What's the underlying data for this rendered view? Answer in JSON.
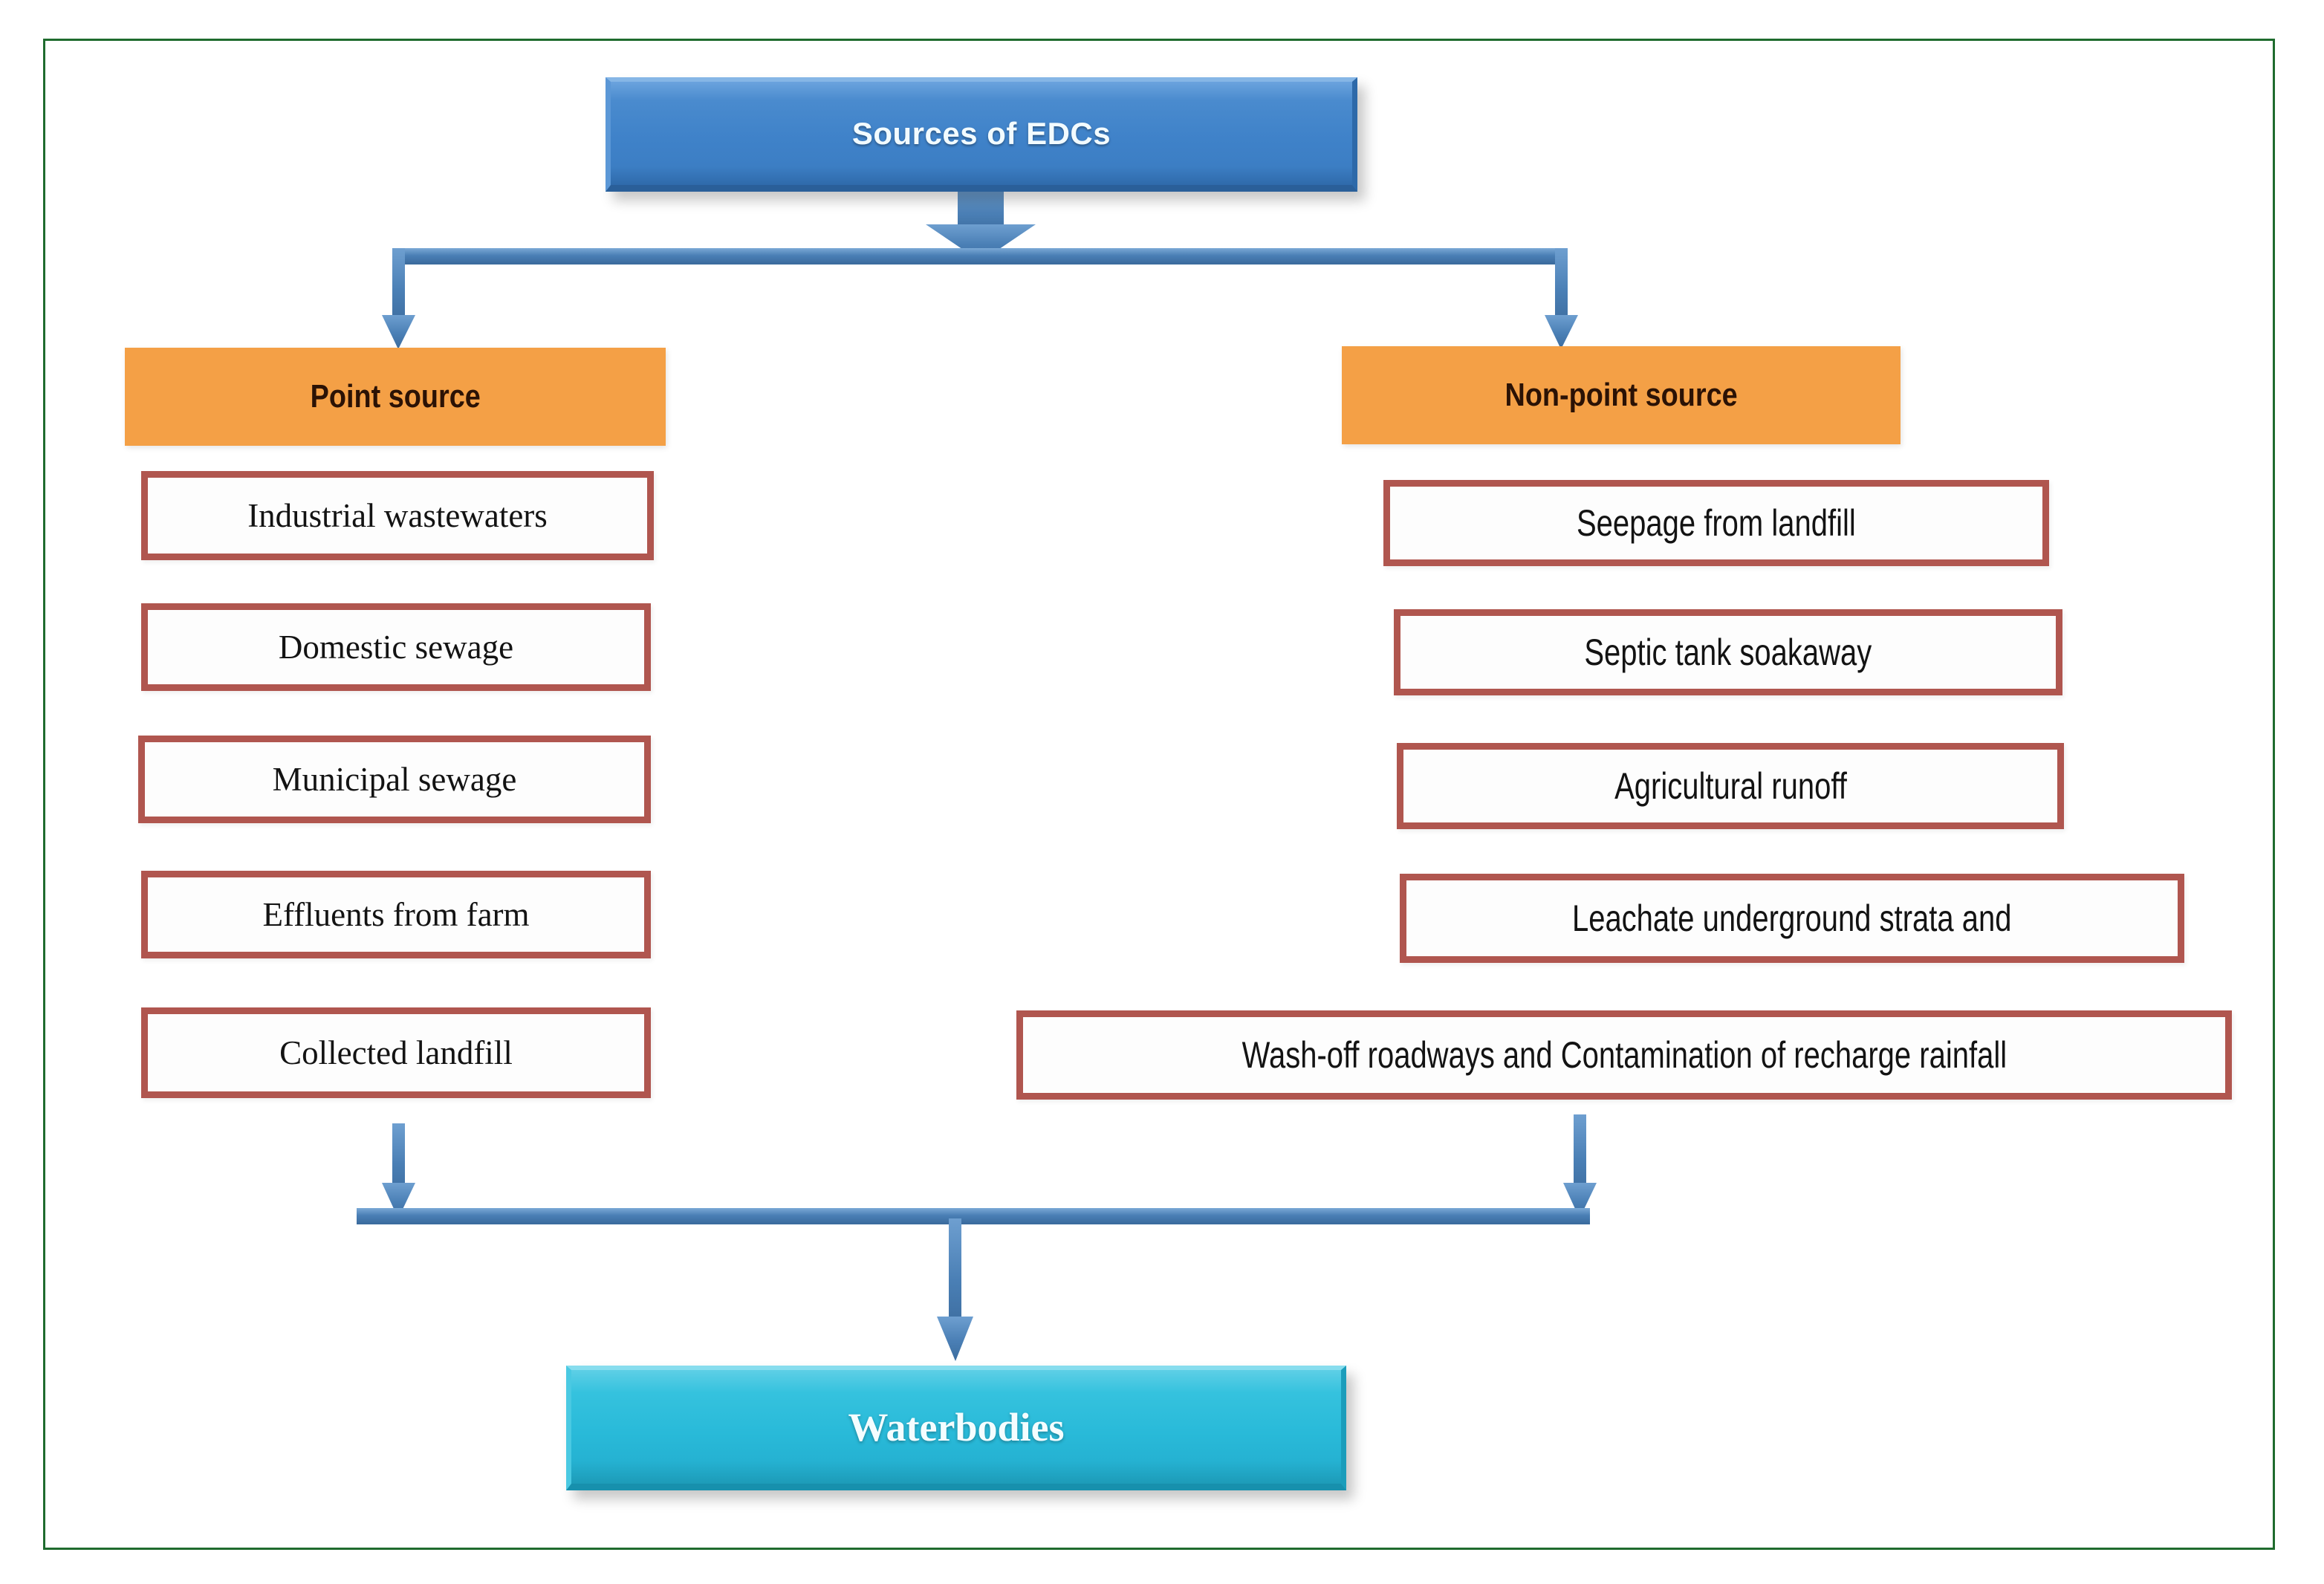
{
  "figure": {
    "title": "Sources of EDCs flowchart",
    "frame_color": "#1f6b2e"
  },
  "top_node": {
    "label": "Sources of EDCs",
    "color": "#3f82c9"
  },
  "branches": [
    {
      "header": "Point source",
      "header_color": "#f4a046",
      "items": [
        "Industrial wastewaters",
        "Domestic sewage",
        "Municipal sewage",
        "Effluents from farm",
        "Collected landfill"
      ]
    },
    {
      "header": "Non-point source",
      "header_color": "#f4a046",
      "items": [
        "Seepage from landfill",
        "Septic tank soakaway",
        "Agricultural runoff",
        "Leachate underground strata and",
        "Wash-off roadways and Contamination of recharge rainfall"
      ]
    }
  ],
  "bottom_node": {
    "label": "Waterbodies",
    "color": "#29bad9"
  },
  "connectors": {
    "arrow_color": "#4a7fb5",
    "item_border_color": "#b0564f"
  }
}
